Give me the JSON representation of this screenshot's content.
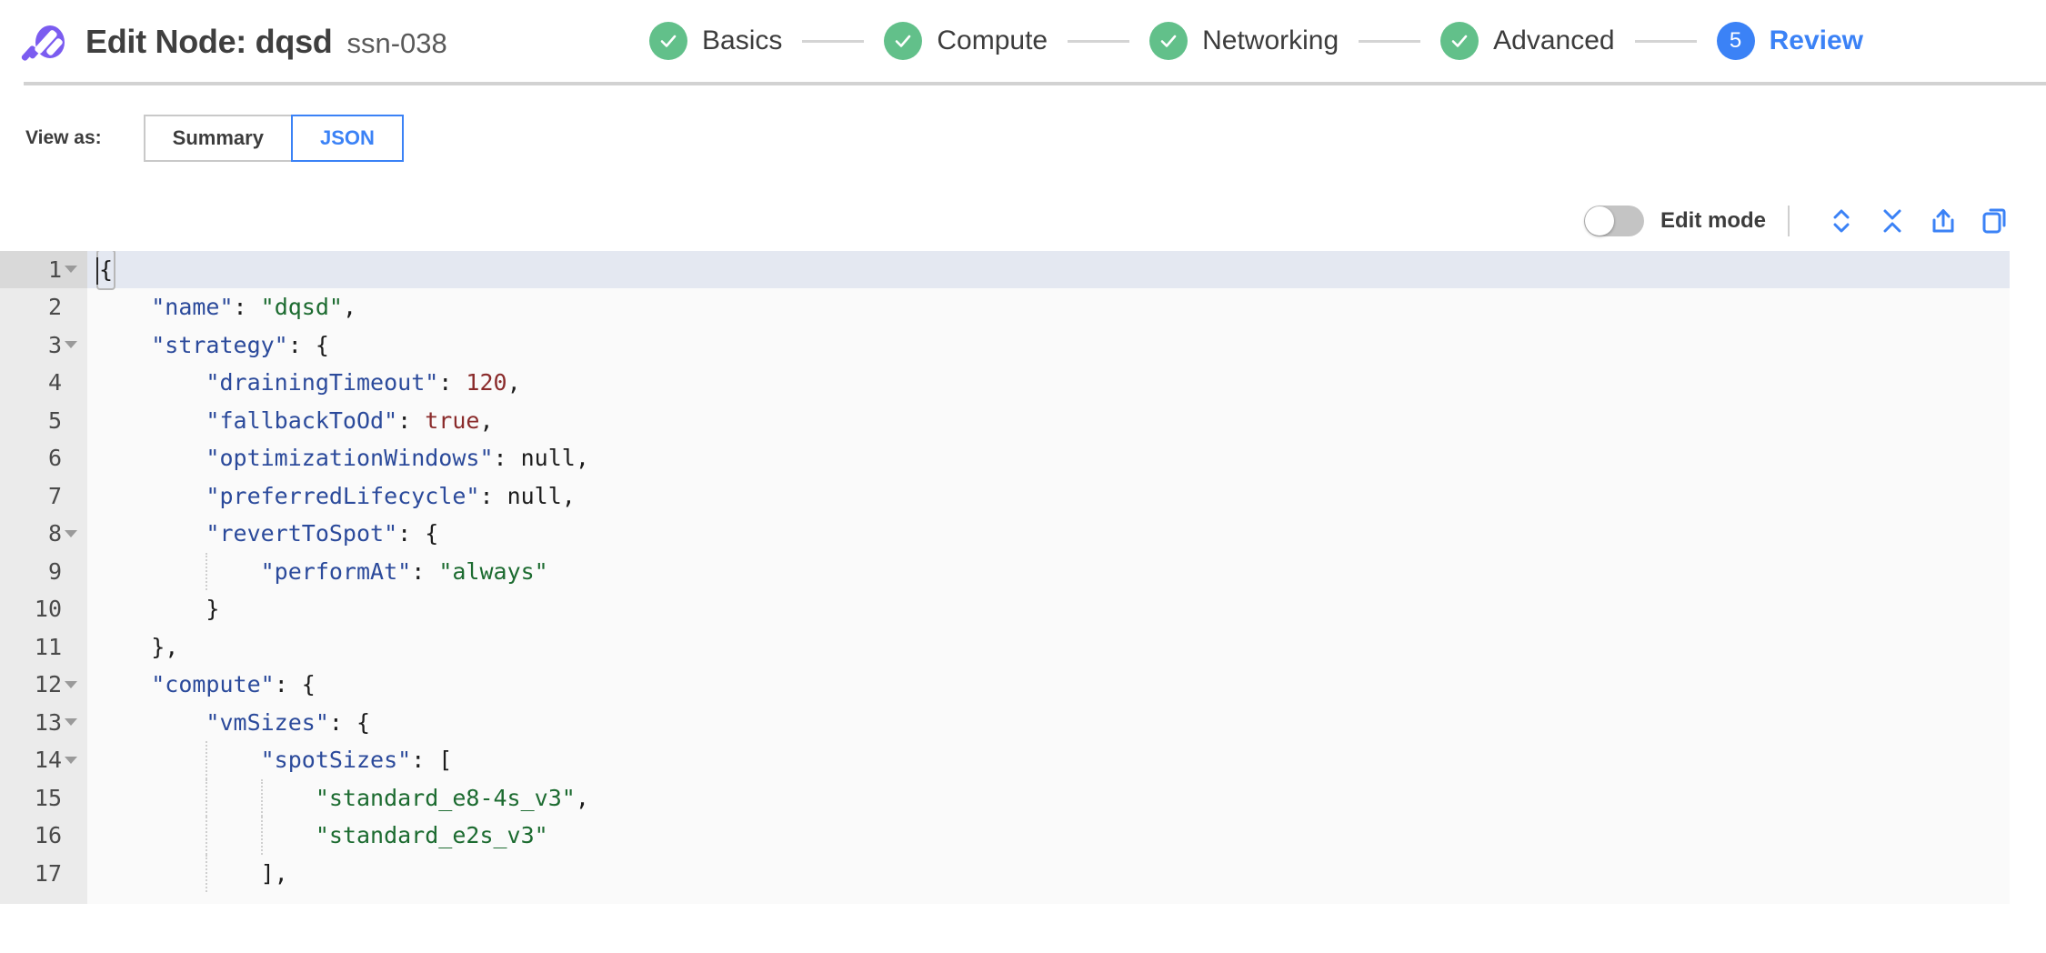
{
  "header": {
    "logo_icon": "spot-logo-icon",
    "title": "Edit Node: dqsd",
    "subtitle": "ssn-038",
    "steps": [
      {
        "label": "Basics",
        "state": "done",
        "marker": "check"
      },
      {
        "label": "Compute",
        "state": "done",
        "marker": "check"
      },
      {
        "label": "Networking",
        "state": "done",
        "marker": "check"
      },
      {
        "label": "Advanced",
        "state": "done",
        "marker": "check"
      },
      {
        "label": "Review",
        "state": "current",
        "marker": "5"
      }
    ]
  },
  "view_as": {
    "label": "View as:",
    "options": [
      {
        "label": "Summary",
        "selected": false
      },
      {
        "label": "JSON",
        "selected": true
      }
    ]
  },
  "editor_toolbar": {
    "edit_mode_label": "Edit mode",
    "edit_mode_on": false,
    "actions": [
      {
        "icon": "expand-all-icon"
      },
      {
        "icon": "collapse-all-icon"
      },
      {
        "icon": "export-icon"
      },
      {
        "icon": "copy-icon"
      }
    ]
  },
  "editor": {
    "active_line": 1,
    "lines": [
      {
        "n": 1,
        "fold": true,
        "indent": 0,
        "tokens": [
          {
            "t": "bracket",
            "v": "{"
          },
          {
            "t": "cursor",
            "v": ""
          }
        ]
      },
      {
        "n": 2,
        "fold": false,
        "indent": 1,
        "tokens": [
          {
            "t": "key",
            "v": "\"name\""
          },
          {
            "t": "punct",
            "v": ": "
          },
          {
            "t": "str",
            "v": "\"dqsd\""
          },
          {
            "t": "punct",
            "v": ","
          }
        ]
      },
      {
        "n": 3,
        "fold": true,
        "indent": 1,
        "tokens": [
          {
            "t": "key",
            "v": "\"strategy\""
          },
          {
            "t": "punct",
            "v": ": {"
          }
        ]
      },
      {
        "n": 4,
        "fold": false,
        "indent": 2,
        "tokens": [
          {
            "t": "key",
            "v": "\"drainingTimeout\""
          },
          {
            "t": "punct",
            "v": ": "
          },
          {
            "t": "num",
            "v": "120"
          },
          {
            "t": "punct",
            "v": ","
          }
        ]
      },
      {
        "n": 5,
        "fold": false,
        "indent": 2,
        "tokens": [
          {
            "t": "key",
            "v": "\"fallbackToOd\""
          },
          {
            "t": "punct",
            "v": ": "
          },
          {
            "t": "bool",
            "v": "true"
          },
          {
            "t": "punct",
            "v": ","
          }
        ]
      },
      {
        "n": 6,
        "fold": false,
        "indent": 2,
        "tokens": [
          {
            "t": "key",
            "v": "\"optimizationWindows\""
          },
          {
            "t": "punct",
            "v": ": "
          },
          {
            "t": "null",
            "v": "null"
          },
          {
            "t": "punct",
            "v": ","
          }
        ]
      },
      {
        "n": 7,
        "fold": false,
        "indent": 2,
        "tokens": [
          {
            "t": "key",
            "v": "\"preferredLifecycle\""
          },
          {
            "t": "punct",
            "v": ": "
          },
          {
            "t": "null",
            "v": "null"
          },
          {
            "t": "punct",
            "v": ","
          }
        ]
      },
      {
        "n": 8,
        "fold": true,
        "indent": 2,
        "tokens": [
          {
            "t": "key",
            "v": "\"revertToSpot\""
          },
          {
            "t": "punct",
            "v": ": {"
          }
        ]
      },
      {
        "n": 9,
        "fold": false,
        "indent": 3,
        "tokens": [
          {
            "t": "key",
            "v": "\"performAt\""
          },
          {
            "t": "punct",
            "v": ": "
          },
          {
            "t": "str",
            "v": "\"always\""
          }
        ]
      },
      {
        "n": 10,
        "fold": false,
        "indent": 2,
        "tokens": [
          {
            "t": "punct",
            "v": "}"
          }
        ]
      },
      {
        "n": 11,
        "fold": false,
        "indent": 1,
        "tokens": [
          {
            "t": "punct",
            "v": "},"
          }
        ]
      },
      {
        "n": 12,
        "fold": true,
        "indent": 1,
        "tokens": [
          {
            "t": "key",
            "v": "\"compute\""
          },
          {
            "t": "punct",
            "v": ": {"
          }
        ]
      },
      {
        "n": 13,
        "fold": true,
        "indent": 2,
        "tokens": [
          {
            "t": "key",
            "v": "\"vmSizes\""
          },
          {
            "t": "punct",
            "v": ": {"
          }
        ]
      },
      {
        "n": 14,
        "fold": true,
        "indent": 3,
        "tokens": [
          {
            "t": "key",
            "v": "\"spotSizes\""
          },
          {
            "t": "punct",
            "v": ": ["
          }
        ]
      },
      {
        "n": 15,
        "fold": false,
        "indent": 4,
        "tokens": [
          {
            "t": "str",
            "v": "\"standard_e8-4s_v3\""
          },
          {
            "t": "punct",
            "v": ","
          }
        ]
      },
      {
        "n": 16,
        "fold": false,
        "indent": 4,
        "tokens": [
          {
            "t": "str",
            "v": "\"standard_e2s_v3\""
          }
        ]
      },
      {
        "n": 17,
        "fold": false,
        "indent": 3,
        "tokens": [
          {
            "t": "punct",
            "v": "],"
          }
        ]
      }
    ]
  },
  "colors": {
    "brand_purple": "#7b5cf0",
    "accent_blue": "#3b82f6",
    "step_done_green": "#62c08a",
    "json_key": "#2b4a9b",
    "json_string": "#1c6b30",
    "json_number": "#8a2b2b",
    "active_line": "#e4e8f1"
  }
}
